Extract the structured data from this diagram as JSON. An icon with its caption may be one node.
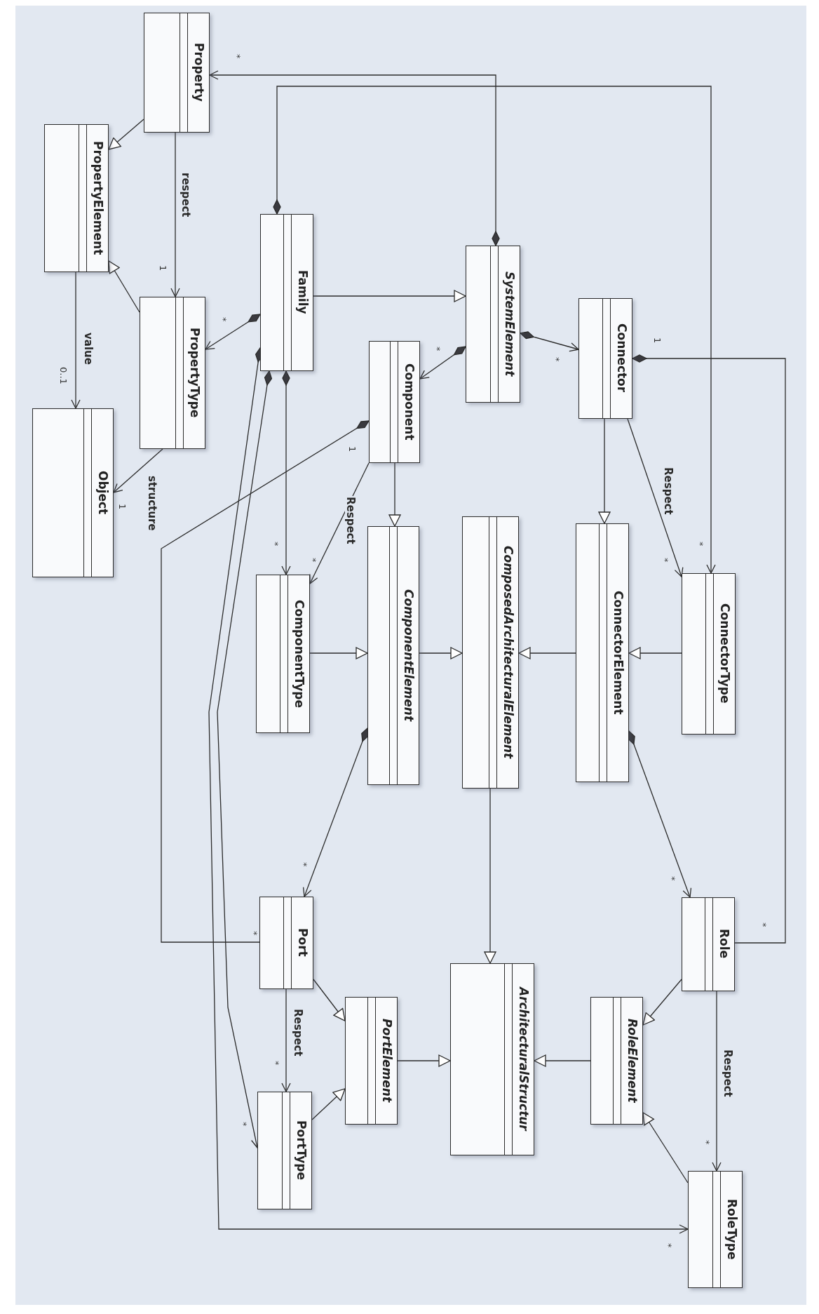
{
  "diagram": {
    "nodes": [
      {
        "text": [
          "Property"
        ]
      },
      {
        "text": [
          "PropertyElement"
        ]
      },
      {
        "text": [
          "Family"
        ]
      },
      {
        "text": [
          "SystemElement"
        ]
      },
      {
        "text": [
          "PropertyType"
        ]
      },
      {
        "text": [
          "Connector"
        ]
      },
      {
        "text": [
          "Component"
        ]
      },
      {
        "text": [
          "Object"
        ]
      },
      {
        "text": [
          "ComponentType"
        ]
      },
      {
        "text": [
          "ComponentElement"
        ]
      },
      {
        "text": [
          "ComposedArchitecturalElement"
        ]
      },
      {
        "text": [
          "ConnectorElement"
        ]
      },
      {
        "text": [
          "ConnectorType"
        ]
      },
      {
        "text": [
          "Port"
        ]
      },
      {
        "text": [
          "Role"
        ]
      },
      {
        "text": [
          "PortElement"
        ]
      },
      {
        "text": [
          "ArchitecturalStructur"
        ]
      },
      {
        "text": [
          "RoleElement"
        ]
      },
      {
        "text": [
          "PortType"
        ]
      },
      {
        "text": [
          "RoleType"
        ]
      }
    ],
    "edges": [
      {
        "from": 0,
        "to": 1,
        "arrow": "to"
      },
      {
        "from": 0,
        "to": 4,
        "arrow": "to",
        "label": "respect"
      },
      {
        "from": 4,
        "to": 1,
        "arrow": "to"
      },
      {
        "from": 1,
        "to": 7,
        "arrow": "to",
        "label": "value"
      },
      {
        "from": 4,
        "to": 7,
        "arrow": "to",
        "label": "structure"
      },
      {
        "from": 2,
        "to": 4,
        "arrow": "to"
      },
      {
        "from": 2,
        "to": 3,
        "arrow": "to"
      },
      {
        "from": 3,
        "to": 0,
        "arrow": "to"
      },
      {
        "from": 2,
        "to": 12,
        "arrow": "to"
      },
      {
        "from": 3,
        "to": 6,
        "arrow": "to"
      },
      {
        "from": 3,
        "to": 5,
        "arrow": "to"
      },
      {
        "from": 5,
        "to": 14,
        "arrow": "other"
      },
      {
        "from": 5,
        "to": 12,
        "arrow": "to",
        "label": "Respect"
      },
      {
        "from": 5,
        "to": 11,
        "arrow": "to"
      },
      {
        "from": 6,
        "to": 9,
        "arrow": "to"
      },
      {
        "from": 6,
        "to": 8,
        "arrow": "to",
        "label": "Respect"
      },
      {
        "from": 2,
        "to": 8,
        "arrow": "to"
      },
      {
        "from": 6,
        "to": 13,
        "arrow": "other"
      },
      {
        "from": 8,
        "to": 9,
        "arrow": "to"
      },
      {
        "from": 9,
        "to": 10,
        "arrow": "to"
      },
      {
        "from": 11,
        "to": 10,
        "arrow": "to"
      },
      {
        "from": 12,
        "to": 11,
        "arrow": "to"
      },
      {
        "from": 9,
        "to": 13,
        "arrow": "to"
      },
      {
        "from": 11,
        "to": 14,
        "arrow": "to"
      },
      {
        "from": 10,
        "to": 16,
        "arrow": "to"
      },
      {
        "from": 13,
        "to": 15,
        "arrow": "to"
      },
      {
        "from": 13,
        "to": 18,
        "arrow": "to",
        "label": "Respect"
      },
      {
        "from": 18,
        "to": 15,
        "arrow": "to"
      },
      {
        "from": 15,
        "to": 16,
        "arrow": "to"
      },
      {
        "from": 17,
        "to": 16,
        "arrow": "to"
      },
      {
        "from": 14,
        "to": 17,
        "arrow": "to"
      },
      {
        "from": 14,
        "to": 19,
        "arrow": "to",
        "label": "Respect"
      },
      {
        "from": 19,
        "to": 17,
        "arrow": "to"
      },
      {
        "from": 2,
        "to": 18,
        "arrow": "to"
      },
      {
        "from": 2,
        "to": 19,
        "arrow": "to"
      }
    ],
    "labels": [
      "*",
      "1",
      "0..1",
      "*",
      "1",
      "*",
      "*",
      "1",
      "1",
      "*",
      "*",
      "*",
      "*",
      "*",
      "*",
      "*",
      "*",
      "*",
      "*",
      "*",
      "*"
    ]
  }
}
